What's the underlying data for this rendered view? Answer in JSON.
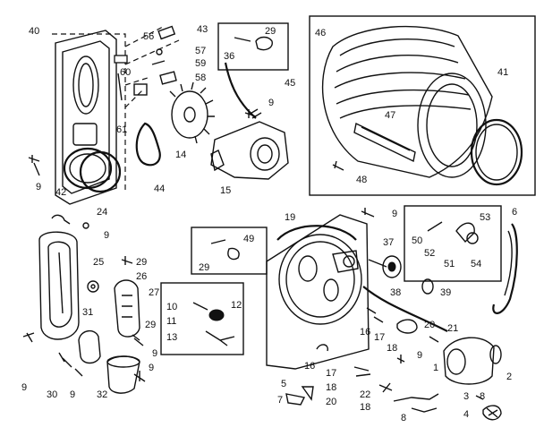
{
  "part_labels": {
    "p1": "1",
    "p2": "2",
    "p3": "3",
    "p4": "4",
    "p5": "5",
    "p6": "6",
    "p7": "7",
    "p8": "8",
    "p9": "9",
    "p10": "10",
    "p11": "11",
    "p12": "12",
    "p13": "13",
    "p14": "14",
    "p15": "15",
    "p16": "16",
    "p17": "17",
    "p18": "18",
    "p19": "19",
    "p20": "20",
    "p21": "21",
    "p22": "22",
    "p24": "24",
    "p25": "25",
    "p26": "26",
    "p27": "27",
    "p29": "29",
    "p30": "30",
    "p31": "31",
    "p32": "32",
    "p36": "36",
    "p37": "37",
    "p38": "38",
    "p39": "39",
    "p40": "40",
    "p41": "41",
    "p42": "42",
    "p43": "43",
    "p44": "44",
    "p45": "45",
    "p46": "46",
    "p47": "47",
    "p48": "48",
    "p49": "49",
    "p50": "50",
    "p51": "51",
    "p52": "52",
    "p53": "53",
    "p54": "54",
    "p56": "56",
    "p57": "57",
    "p58": "58",
    "p59": "59",
    "p60": "60",
    "p61": "61"
  }
}
